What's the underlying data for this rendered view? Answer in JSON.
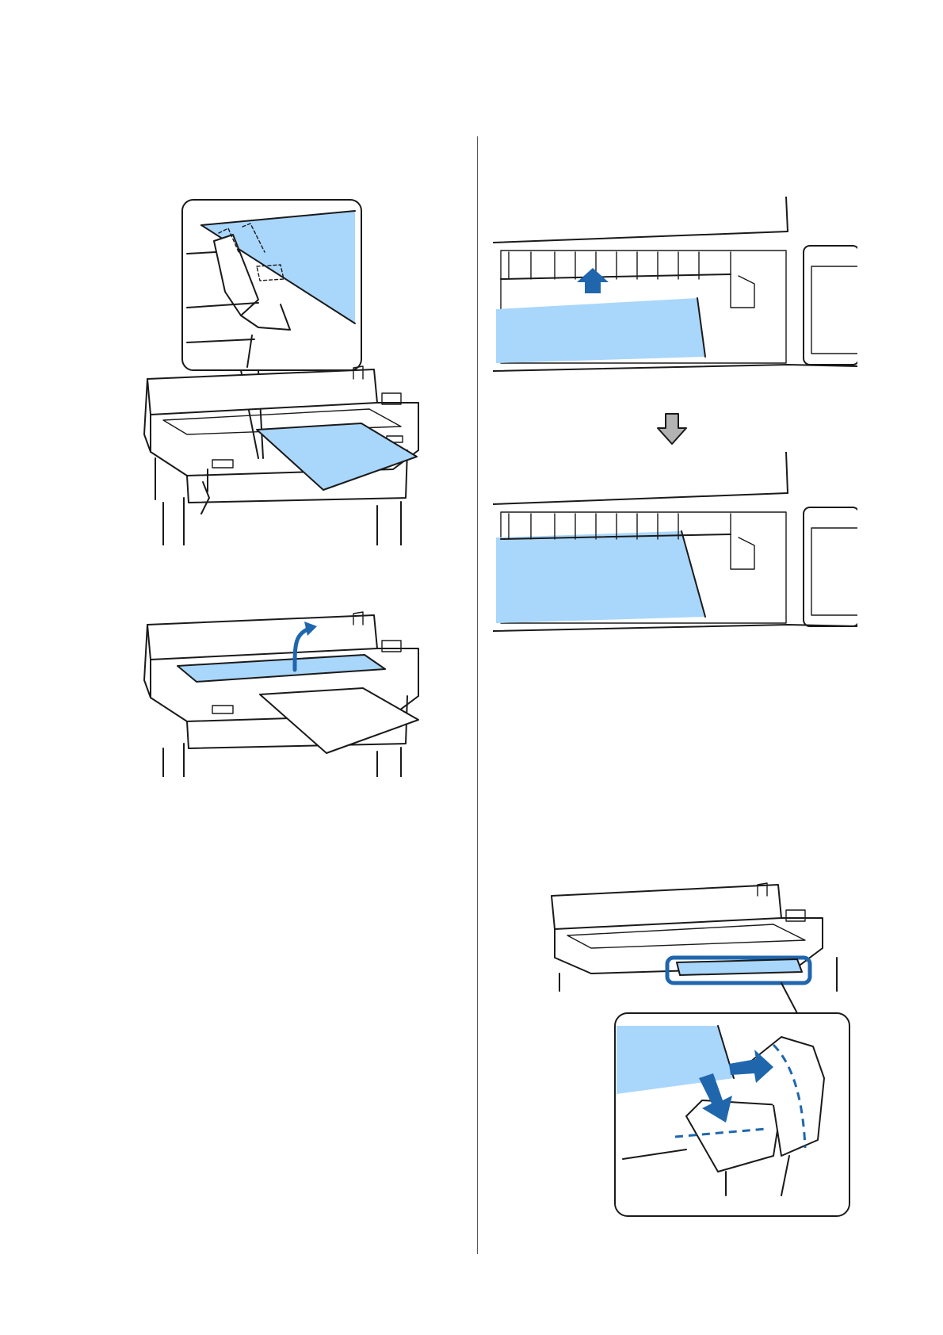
{
  "figures": {
    "fig1": {
      "name": "printer-paper-inserted-with-zoom-callout"
    },
    "fig2": {
      "name": "printer-cover-open-arrow"
    },
    "fig3a": {
      "name": "paper-slot-before-insert"
    },
    "down_arrow": {
      "icon": "down-arrow-icon",
      "color": "#b3b3b3"
    },
    "fig3b": {
      "name": "paper-slot-after-insert"
    },
    "fig4": {
      "name": "printer-paper-alignment-callout"
    }
  },
  "colors": {
    "paper": "#a9d6fb",
    "arrow": "#1f66ad",
    "line": "#1a1a1a"
  }
}
